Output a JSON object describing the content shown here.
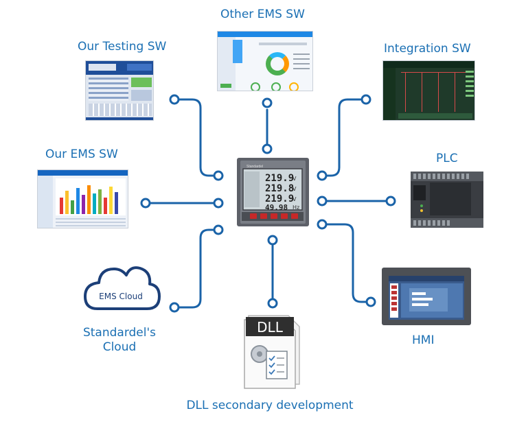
{
  "nodes": {
    "other_ems": {
      "label": "Other EMS SW"
    },
    "testing": {
      "label": "Our Testing SW"
    },
    "integration": {
      "label": "Integration SW"
    },
    "ems": {
      "label": "Our EMS SW"
    },
    "plc": {
      "label": "PLC"
    },
    "cloud": {
      "label_line1": "Standardel's",
      "label_line2": "Cloud",
      "icon_text": "EMS Cloud"
    },
    "hmi": {
      "label": "HMI"
    },
    "dll": {
      "label": "DLL secondary development",
      "icon_text": "DLL"
    }
  },
  "meter": {
    "readings": [
      "219.9",
      "219.8",
      "219.9",
      "49.98"
    ],
    "units": [
      "V",
      "V",
      "V",
      "Hz"
    ]
  },
  "colors": {
    "line": "#1a63a8",
    "label": "#1a6fb3"
  }
}
